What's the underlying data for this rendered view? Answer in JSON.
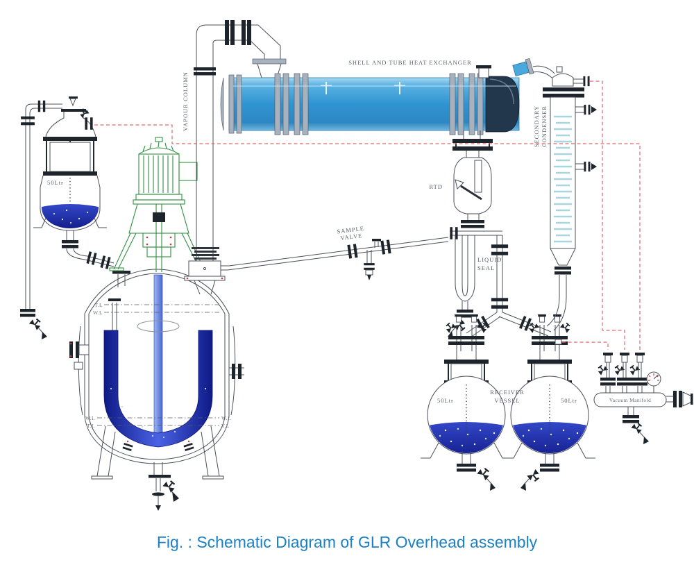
{
  "caption": "Fig. : Schematic Diagram of GLR Overhead assembly",
  "labels": {
    "heat_exchanger": "SHELL AND TUBE HEAT EXCHANGER",
    "vapour_column": "VAPOUR COLUMN",
    "secondary_condenser_1": "SECONDARY",
    "secondary_condenser_2": "CONDENSER",
    "rtd": "RTD",
    "sample_valve_1": "SAMPLE",
    "sample_valve_2": "VALVE",
    "liquid_seal_1": "LIQUID",
    "liquid_seal_2": "SEAL",
    "receiver_vessel_1": "RECEIVER",
    "receiver_vessel_2": "VESSEL",
    "vacuum_manifold": "Vacuum Manifold",
    "feed_vessel_capacity": "50Ltr",
    "receiver_left_capacity": "50Ltr",
    "receiver_right_capacity": "50Ltr",
    "reactor_top_line_1": "T.L",
    "reactor_top_line_2": "W.L",
    "reactor_bottom_left_1": "W.L",
    "reactor_bottom_left_2": "T.L",
    "reactor_bottom_right_1": "W.L",
    "reactor_bottom_right_2": "T.L"
  },
  "colors": {
    "caption_blue": "#1b80c6",
    "exchanger_blue": "#2f94d2",
    "condenser_coil": "#a9d6de",
    "liquid_blue": "#2737b8",
    "agitator_blue": "#1a2aa0",
    "motor_green": "#2f8f3f",
    "vacuum_line_red": "#dd6b6b",
    "line_gray": "#4a4f57"
  }
}
